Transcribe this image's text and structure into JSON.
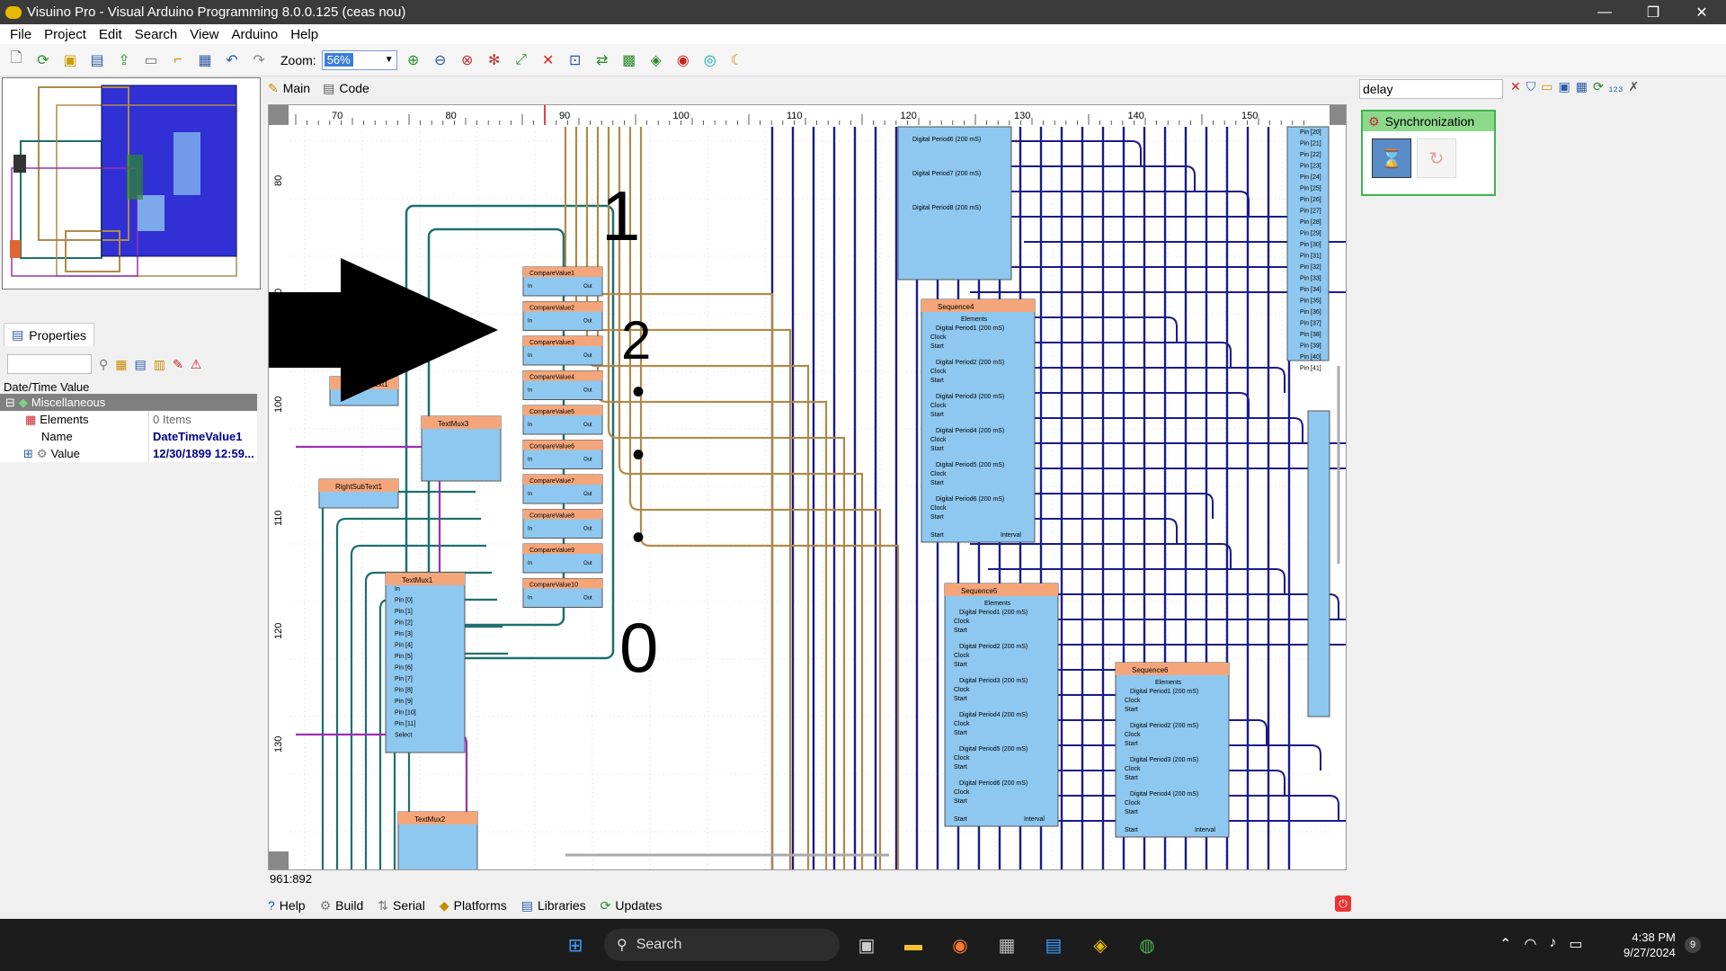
{
  "window": {
    "title": "Visuino Pro - Visual Arduino Programming 8.0.0.125 (ceas nou)",
    "min": "—",
    "max": "❐",
    "close": "✕"
  },
  "menu": [
    "File",
    "Project",
    "Edit",
    "Search",
    "View",
    "Arduino",
    "Help"
  ],
  "toolbar": {
    "zoom_label": "Zoom:",
    "zoom_value": "56%"
  },
  "tabs": {
    "main": "Main",
    "code": "Code"
  },
  "ruler": {
    "h_labels": [
      "70",
      "80",
      "90",
      "100",
      "110",
      "120",
      "130",
      "140",
      "150"
    ],
    "v_labels": [
      "80",
      "90",
      "100",
      "110",
      "120",
      "130"
    ]
  },
  "properties": {
    "tab": "Properties",
    "section": "Date/Time Value",
    "category": "Miscellaneous",
    "rows": [
      {
        "key": "Elements",
        "value": "0 Items"
      },
      {
        "key": "Name",
        "value": "DateTimeValue1"
      },
      {
        "key": "Value",
        "value": "12/30/1899 12:59..."
      }
    ]
  },
  "canvas": {
    "annotations": [
      "1",
      "2",
      "•",
      "•",
      "•",
      "0"
    ],
    "compare_values": [
      "CompareValue1",
      "CompareValue2",
      "CompareValue3",
      "CompareValue4",
      "CompareValue5",
      "CompareValue6",
      "CompareValue7",
      "CompareValue8",
      "CompareValue9",
      "CompareValue10"
    ],
    "components": {
      "leftsub": "LeftSubText1",
      "rightsub": "RightSubText1",
      "textmux3": "TextMux3",
      "textmux1": "TextMux1",
      "textmux2": "TextMux2",
      "seq4": "Sequence4",
      "seq5": "Sequence5",
      "seq6": "Sequence6"
    },
    "seq_elements": "Elements",
    "digital_periods": [
      "Digital Period1 (200 mS)",
      "Digital Period2 (200 mS)",
      "Digital Period3 (200 mS)",
      "Digital Period4 (200 mS)",
      "Digital Period5 (200 mS)",
      "Digital Period6 (200 mS)"
    ],
    "top_periods": [
      "Digital Period6 (200 mS)",
      "Digital Period7 (200 mS)",
      "Digital Period8 (200 mS)"
    ],
    "mux1_pins": [
      "In",
      "Pin [0]",
      "Pin [1]",
      "Pin [2]",
      "Pin [3]",
      "Pin [4]",
      "Pin [5]",
      "Pin [6]",
      "Pin [7]",
      "Pin [8]",
      "Pin [9]",
      "Pin [10]",
      "Pin [11]",
      "Select"
    ],
    "right_pins": [
      "Pin [20]",
      "Pin [21]",
      "Pin [22]",
      "Pin [23]",
      "Pin [24]",
      "Pin [25]",
      "Pin [26]",
      "Pin [27]",
      "Pin [28]",
      "Pin [29]",
      "Pin [30]",
      "Pin [31]",
      "Pin [32]",
      "Pin [33]",
      "Pin [34]",
      "Pin [35]",
      "Pin [36]",
      "Pin [37]",
      "Pin [38]",
      "Pin [39]",
      "Pin [40]",
      "Pin [41]"
    ]
  },
  "right_panel": {
    "search": "delay",
    "category": "Synchronization"
  },
  "status": {
    "coords": "961:892"
  },
  "bottom_tabs": [
    "Help",
    "Build",
    "Serial",
    "Platforms",
    "Libraries",
    "Updates"
  ],
  "taskbar": {
    "search": "Search",
    "time": "4:38 PM",
    "date": "9/27/2024",
    "badge": "9"
  },
  "colors": {
    "wire_navy": "#1a1a8c",
    "wire_teal": "#1f6f6f",
    "wire_tan": "#b08a4a",
    "wire_purple": "#9b30b0",
    "component_blue": "#8ec8f0",
    "component_header": "#f4a67a"
  }
}
